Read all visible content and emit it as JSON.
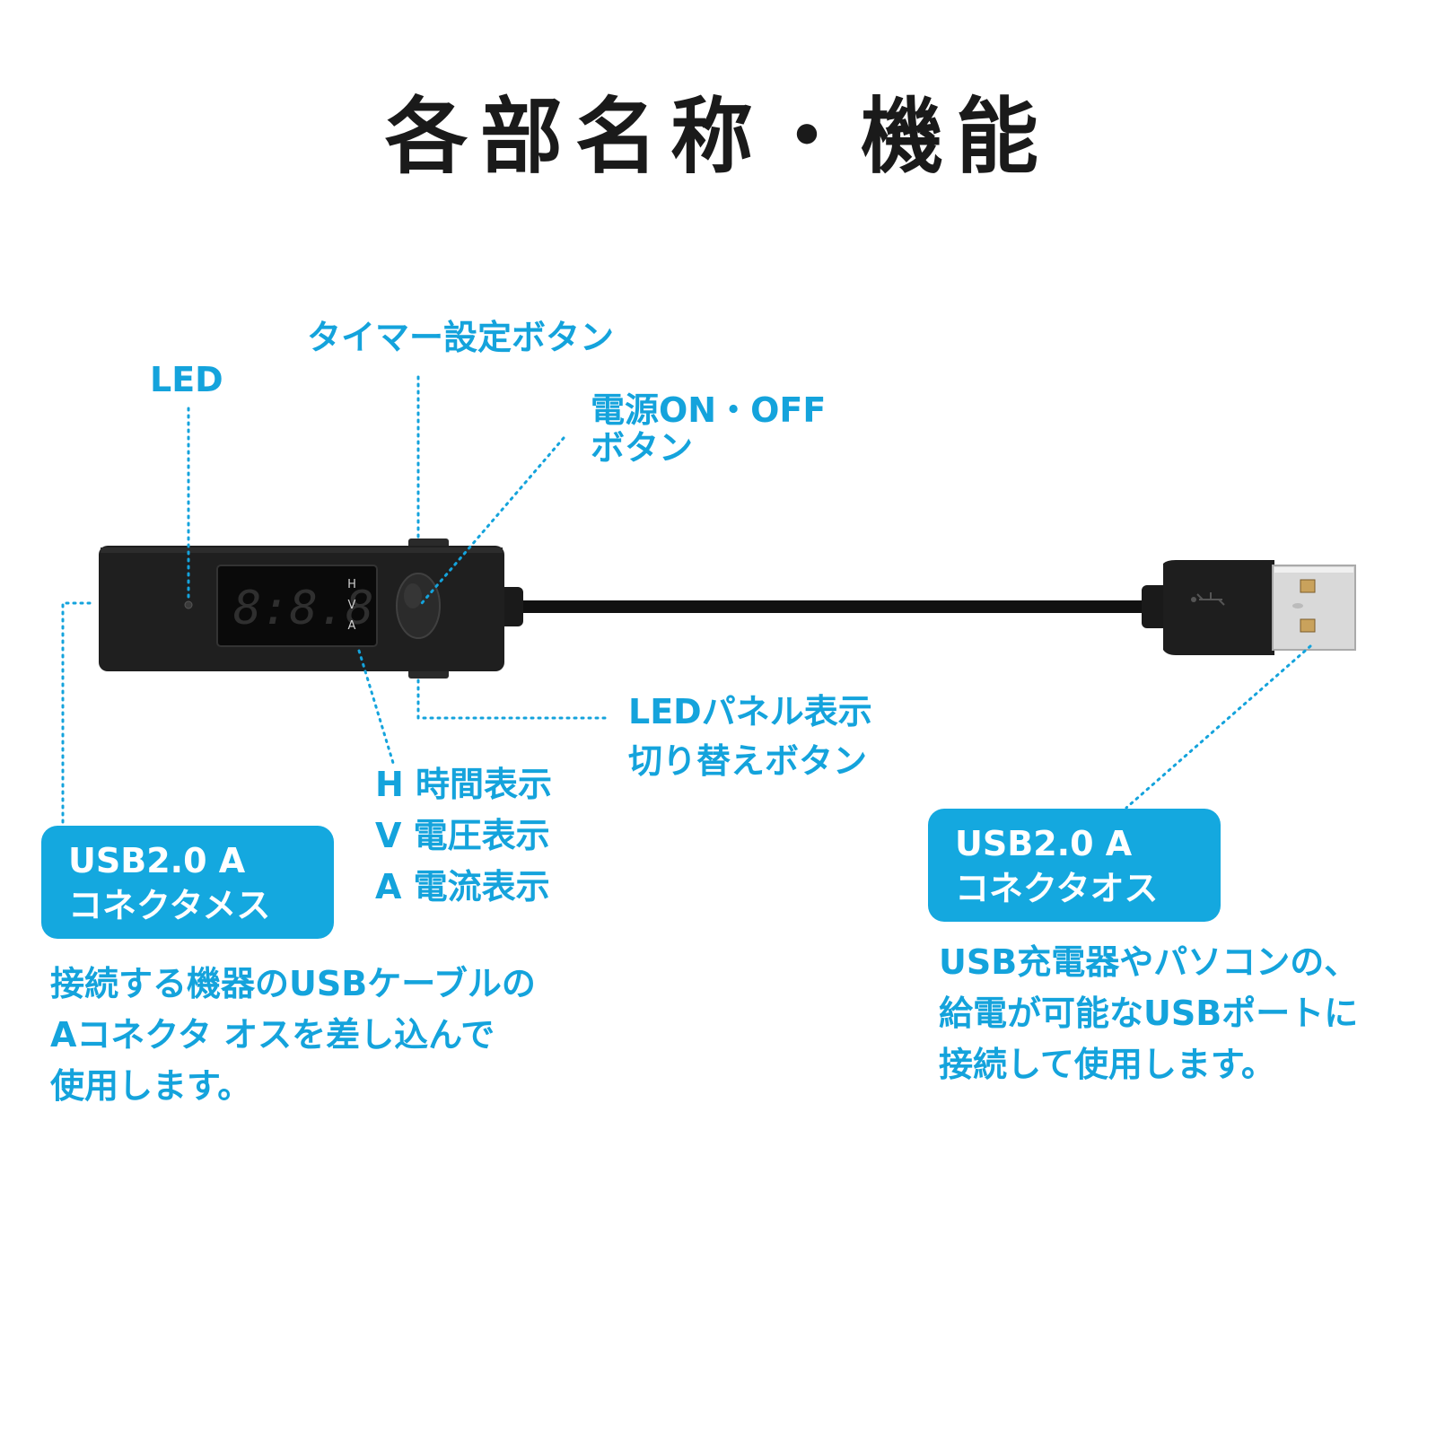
{
  "title": "各部名称・機能",
  "labels": {
    "timer_button": "タイマー設定ボタン",
    "led": "LED",
    "power_button": [
      "電源ON・OFF",
      "ボタン"
    ],
    "panel_switch_button": [
      "LEDパネル表示",
      "切り替えボタン"
    ],
    "modes": [
      "H 時間表示",
      "V 電圧表示",
      "A 電流表示"
    ]
  },
  "female_connector": {
    "box": [
      "USB2.0 A",
      "コネクタメス"
    ],
    "description": [
      "接続する機器のUSBケーブルの",
      "Aコネクタ オスを差し込んで",
      "使用します。"
    ]
  },
  "male_connector": {
    "box": [
      "USB2.0 A",
      "コネクタオス"
    ],
    "description": [
      "USB充電器やパソコンの、",
      "給電が可能なUSBポートに",
      "接続して使用します。"
    ]
  },
  "device": {
    "display_digits": "8:8.8",
    "indicators": [
      "H",
      "V",
      "A"
    ]
  },
  "colors": {
    "accent": "#14a3dc",
    "title": "#1a1a1a",
    "device_body": "#1c1c1c"
  }
}
